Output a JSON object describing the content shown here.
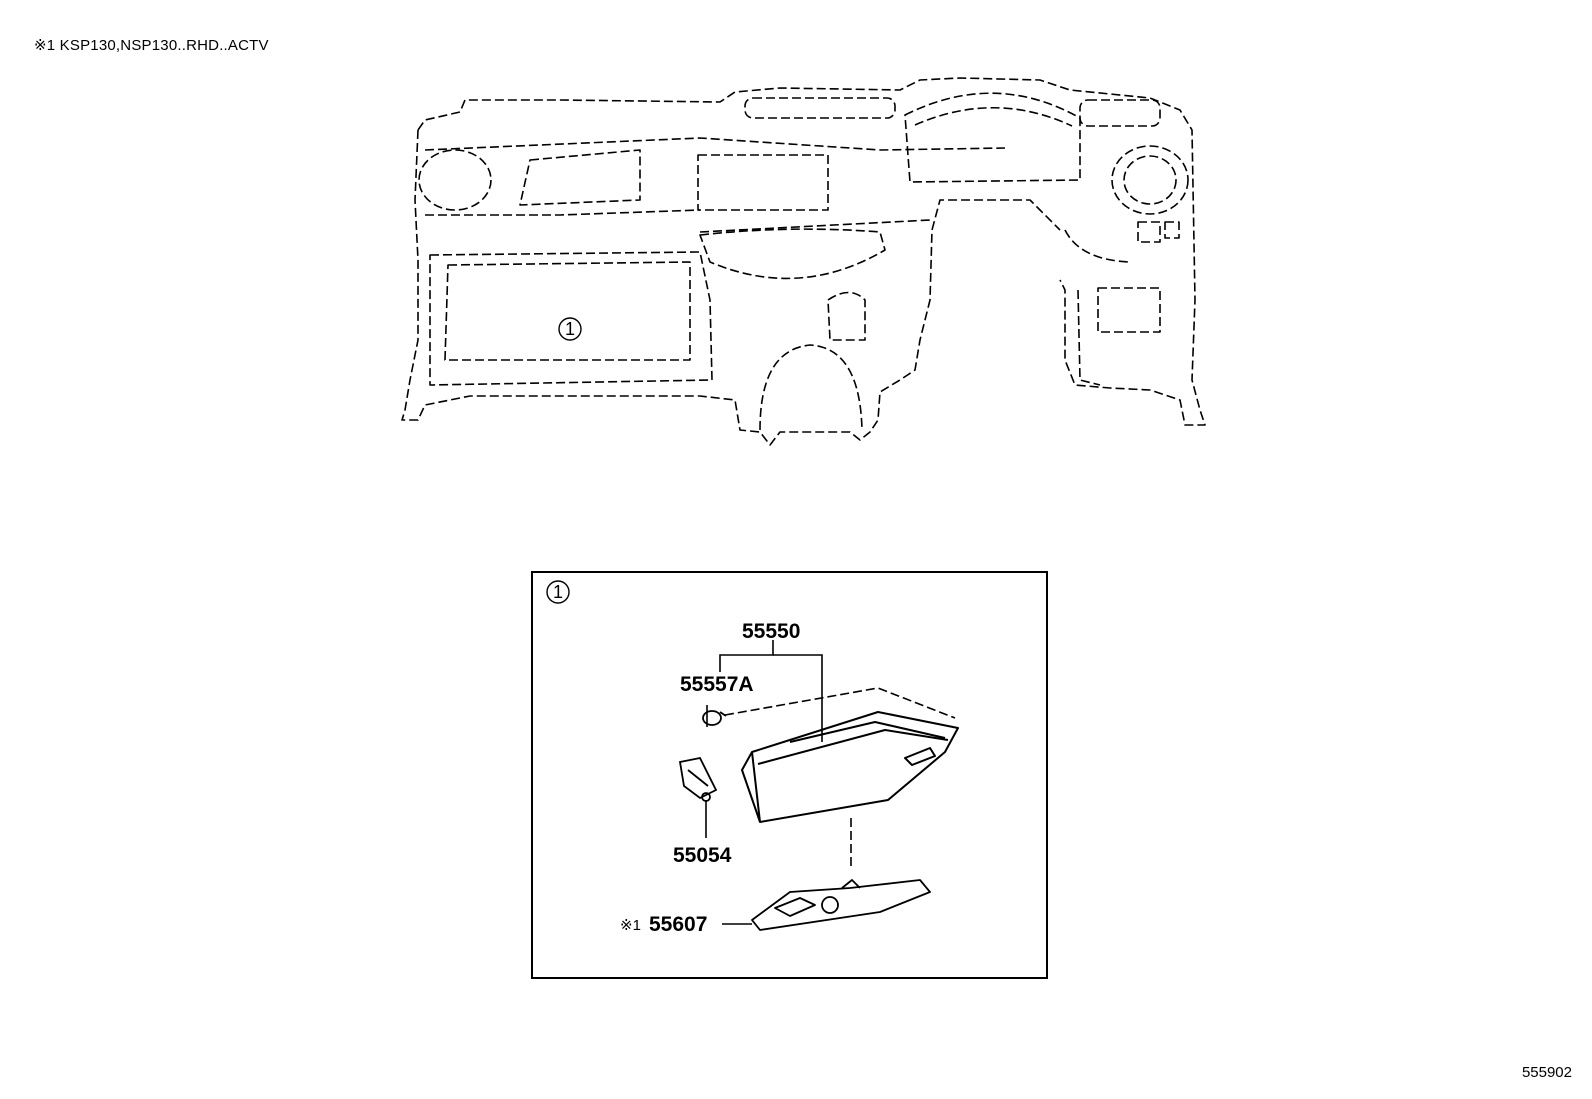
{
  "header_note": "※1  KSP130,NSP130..RHD..ACTV",
  "diagram_id": "555902",
  "callout_ref": "1",
  "parts": [
    {
      "number": "55550",
      "prefix": ""
    },
    {
      "number": "55557A",
      "prefix": ""
    },
    {
      "number": "55054",
      "prefix": ""
    },
    {
      "number": "55607",
      "prefix": "※1"
    }
  ]
}
